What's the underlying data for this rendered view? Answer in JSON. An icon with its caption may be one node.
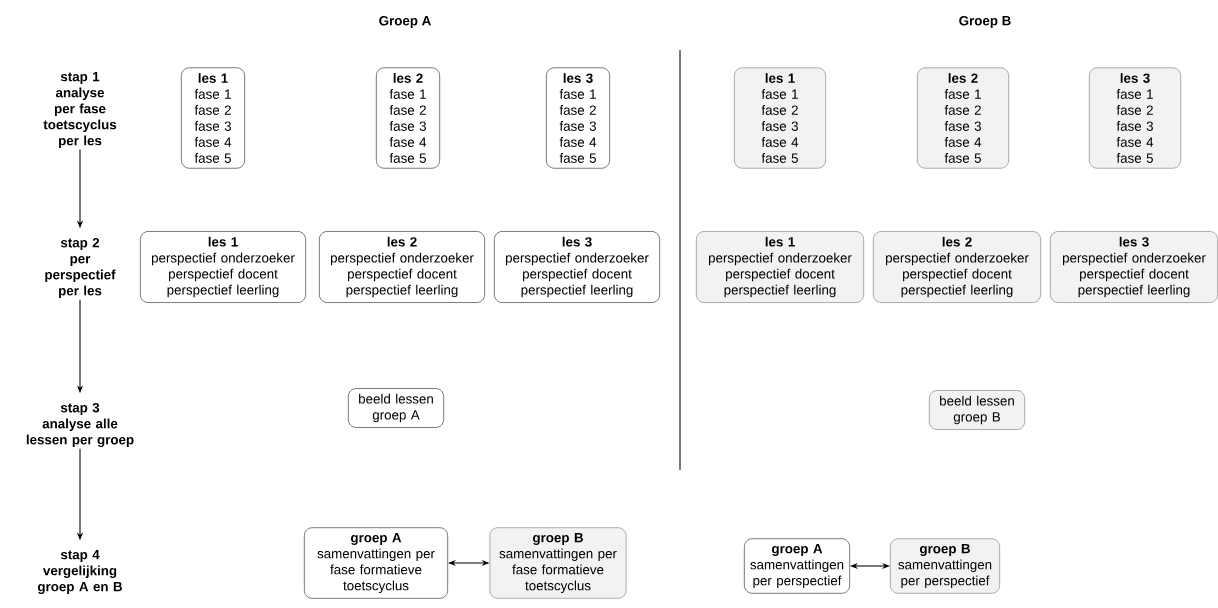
{
  "diagram": {
    "nodes": [
      {
        "text": [
          "stap 1",
          "analyse per fase toetscyclus per les"
        ]
      },
      {
        "text": [
          "stap 2",
          "per perspectief per les"
        ]
      },
      {
        "text": [
          "stap 3",
          "analyse alle lessen per groep"
        ]
      },
      {
        "text": [
          "stap 4",
          "vergelijking groep A en B"
        ]
      },
      {
        "text": [
          "les 1",
          "fase 1",
          "fase 2",
          "fase 3",
          "fase 4",
          "fase 5"
        ]
      },
      {
        "text": [
          "les 2",
          "fase 1",
          "fase 2",
          "fase 3",
          "fase 4",
          "fase 5"
        ]
      },
      {
        "text": [
          "les 3",
          "fase 1",
          "fase 2",
          "fase 3",
          "fase 4",
          "fase 5"
        ]
      },
      {
        "text": [
          "les 1",
          "fase 1",
          "fase 2",
          "fase 3",
          "fase 4",
          "fase 5"
        ]
      },
      {
        "text": [
          "les 2",
          "fase 1",
          "fase 2",
          "fase 3",
          "fase 4",
          "fase 5"
        ]
      },
      {
        "text": [
          "les 3",
          "fase 1",
          "fase 2",
          "fase 3",
          "fase 4",
          "fase 5"
        ]
      },
      {
        "text": [
          "les 1",
          "perspectief onderzoeker",
          "perspectief docent",
          "perspectief leerling"
        ]
      },
      {
        "text": [
          "les 2",
          "perspectief onderzoeker",
          "perspectief docent",
          "perspectief leerling"
        ]
      },
      {
        "text": [
          "les 3",
          "perspectief onderzoeker",
          "perspectief docent",
          "perspectief leerling"
        ]
      },
      {
        "text": [
          "les 1",
          "perspectief onderzoeker",
          "perspectief docent",
          "perspectief leerling"
        ]
      },
      {
        "text": [
          "les 2",
          "perspectief onderzoeker",
          "perspectief docent",
          "perspectief leerling"
        ]
      },
      {
        "text": [
          "les 3",
          "perspectief onderzoeker",
          "perspectief docent",
          "perspectief leerling"
        ]
      },
      {
        "text": [
          "beeld lessen groep A"
        ]
      },
      {
        "text": [
          "beeld lessen groep B"
        ]
      },
      {
        "text": [
          "groep A",
          "samenvattingen per fase formatieve toetscyclus"
        ]
      },
      {
        "text": [
          "groep B",
          "samenvattingen per fase formatieve toetscyclus"
        ]
      },
      {
        "text": [
          "groep A",
          "samenvattingen per perspectief"
        ]
      },
      {
        "text": [
          "groep B",
          "samenvattingen per perspectief"
        ]
      }
    ],
    "edges": [
      {
        "from": 0,
        "to": 1,
        "arrow": "to"
      },
      {
        "from": 1,
        "to": 2,
        "arrow": "to"
      },
      {
        "from": 2,
        "to": 3,
        "arrow": "to"
      },
      {
        "from": 18,
        "to": 19,
        "arrow": "both"
      },
      {
        "from": 20,
        "to": 21,
        "arrow": "both"
      }
    ],
    "labels": [
      "Groep A",
      "Groep B"
    ]
  }
}
